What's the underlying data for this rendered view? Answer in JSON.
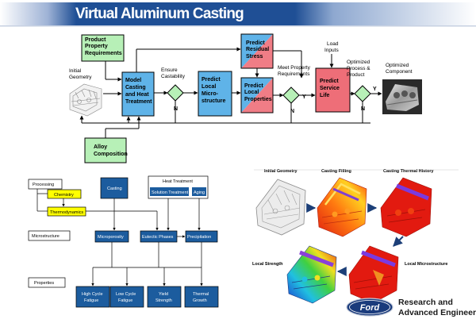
{
  "title": "Virtual Aluminum Casting",
  "flow": {
    "initial_geometry": [
      "Initial",
      "Geometry"
    ],
    "product_requirements": [
      "Product",
      "Property",
      "Requirements"
    ],
    "model_casting": [
      "Model",
      "Casting",
      "and Heat",
      "Treatment"
    ],
    "ensure_castability": [
      "Ensure",
      "Castability"
    ],
    "predict_micro": [
      "Predict",
      "Local",
      "Micro-",
      "structure"
    ],
    "predict_residual": [
      "Predict",
      "Residual",
      "Stress"
    ],
    "predict_properties": [
      "Predict",
      "Local",
      "Properties"
    ],
    "meet_requirements": [
      "Meet Property",
      "Requirements"
    ],
    "load_inputs": [
      "Load",
      "Inputs"
    ],
    "predict_service": [
      "Predict",
      "Service",
      "Life"
    ],
    "optimized_process": [
      "Optimized",
      "Process &",
      "Product"
    ],
    "optimized_component": [
      "Optimized",
      "Component"
    ],
    "alloy_composition": [
      "Alloy",
      "Composition"
    ],
    "yes": "Y",
    "no": "N"
  },
  "process": {
    "processing": "Processing",
    "chemistry": "Chemistry",
    "thermodynamics": "Thermodynamics",
    "casting": "Casting",
    "heat_treatment": "Heat Treatment",
    "solution_treatment": "Solution Treatment",
    "aging": "Aging",
    "microstructure": "Microstructure",
    "microporosity": "Microporosity",
    "eutectic_phases": "Eutectic Phases",
    "precipitation": "Precipitation",
    "properties": "Properties",
    "hcf": [
      "High Cycle",
      "Fatigue"
    ],
    "lcf": [
      "Low Cycle",
      "Fatigue"
    ],
    "yield": [
      "Yield",
      "Strength"
    ],
    "thermal": [
      "Thermal",
      "Growth"
    ]
  },
  "simulation": {
    "initial_geometry": "Initial Geometry",
    "casting_filling": "Casting Filling",
    "casting_thermal_history": "Casting Thermal History",
    "local_strength": "Local Strength",
    "local_microstructure": "Local Microstructure"
  },
  "brand": {
    "logo": "Ford",
    "line1": "Research and",
    "line2": "Advanced Engineering"
  },
  "colors": {
    "banner": "#1f4f95",
    "blue_box": "#5fb3e8",
    "green_box": "#b7f0b7",
    "pink": "#f07d86",
    "red_box": "#ee6e78",
    "navy_box": "#1c5c9e",
    "yellow_box": "#ffff00"
  }
}
